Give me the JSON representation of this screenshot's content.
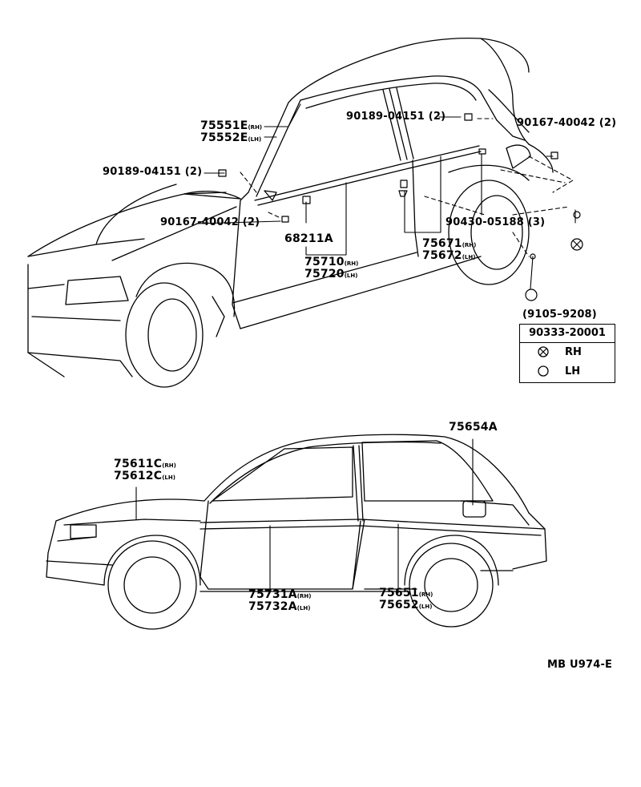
{
  "labels": {
    "p75551": "75551E",
    "p75551_sfx": "(RH)",
    "p75552": "75552E",
    "p75552_sfx": "(LH)",
    "p90189a": "90189-04151 (2)",
    "p90189b": "90189-04151 (2)",
    "p90167a": "90167-40042 (2)",
    "p90167b": "90167-40042 (2)",
    "p68211": "68211A",
    "p75710": "75710",
    "p75710_sfx": "(RH)",
    "p75720": "75720",
    "p75720_sfx": "(LH)",
    "p90430": "90430-05188 (3)",
    "p75671": "75671",
    "p75671_sfx": "(RH)",
    "p75672": "75672",
    "p75672_sfx": "(LH)",
    "p75654": "75654A",
    "p75611": "75611C",
    "p75611_sfx": "(RH)",
    "p75612": "75612C",
    "p75612_sfx": "(LH)",
    "p75731": "75731A",
    "p75731_sfx": "(RH)",
    "p75732": "75732A",
    "p75732_sfx": "(LH)",
    "p75651": "75651",
    "p75651_sfx": "(RH)",
    "p75652": "75652",
    "p75652_sfx": "(LH)"
  },
  "legend": {
    "period": "(9105–9208)",
    "part": "90333-20001",
    "rh": "RH",
    "lh": "LH"
  },
  "footer": {
    "code": "MB U974-E"
  }
}
